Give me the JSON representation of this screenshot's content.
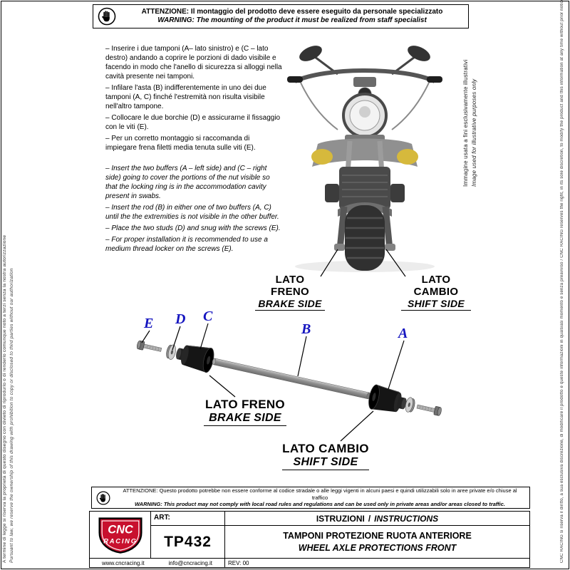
{
  "top_warning": {
    "it": "ATTENZIONE: Il montaggio del prodotto deve essere eseguito da personale specializzato",
    "en": "WARNING: The mounting of the product it must be realized from staff specialist"
  },
  "margins": {
    "left_it": "A termine di legge si riserva la proprietà di questo disegno con divieto di riprodurlo o di renderlo comunque noto a terzi senza la nostra autorizzazione",
    "left_en": "Pursuant to law, we reserve the ownership of this drawing with prohibition to copy or disclosed to third parties without our authorization",
    "right_image_it": "Immagine usata a fini esclusivamente illustrativi",
    "right_image_en": "Image used for illustrative purposes only",
    "right_legal": "CNC RACING si riserva il diritto, a sua esclusiva discrezione, di modificare il prodotto e queste informazioni in qualsiasi momento e senza preavviso / CNC RACING reserves the right, in its sole discretion, to modify the product and this information at any time without prior notice"
  },
  "instructions": {
    "it": [
      "– Inserire i due tamponi (A– lato sinistro) e (C – lato destro) andando a coprire le porzioni di dado visibile e facendo in modo che l'anello di sicurezza si alloggi nella cavità presente nei tamponi.",
      "– Infilare l'asta (B) indifferentemente in uno dei due tamponi (A, C) finché l'estremità non risulta visibile nell'altro tampone.",
      "– Collocare le due borchie (D) e assicurarne il fissaggio con le viti (E).",
      "– Per un corretto montaggio si raccomanda di impiegare frena filetti media tenuta sulle viti (E)."
    ],
    "en": [
      "– Insert the two buffers (A – left side) and (C – right side) going to cover the portions of the nut visible so that the locking ring is in the accommodation cavity present in swabs.",
      "– Insert the rod (B) in either one of two buffers (A, C) until the the extremities is not visible in the other buffer.",
      "– Place the two studs (D) and snug with the screws (E).",
      "– For proper installation it is recommended to use a medium thread locker on the screws (E)."
    ]
  },
  "bike_labels": {
    "brake_it": "LATO FRENO",
    "brake_en": "BRAKE SIDE",
    "shift_it": "LATO CAMBIO",
    "shift_en": "SHIFT SIDE"
  },
  "diagram": {
    "part_labels": [
      "E",
      "D",
      "C",
      "B",
      "A"
    ],
    "accent_color": "#1515c0",
    "brake_it": "LATO FRENO",
    "brake_en": "BRAKE SIDE",
    "shift_it": "LATO CAMBIO",
    "shift_en": "SHIFT SIDE"
  },
  "bottom_warning": {
    "it": "ATTENZIONE: Questo prodotto potrebbe non essere conforme al codice stradale o alle leggi vigenti in alcuni paesi e quindi utilizzabili solo in aree private e/o chiuse al traffico",
    "en": "WARNING: This product may not comply with local road rules and regulations and can be used only in private areas and/or areas closed to traffic."
  },
  "footer": {
    "art_label": "ART:",
    "art_value": "TP432",
    "header_it": "ISTRUZIONI",
    "header_sep": "/",
    "header_en": "INSTRUCTIONS",
    "title_it": "TAMPONI PROTEZIONE RUOTA ANTERIORE",
    "title_en": "WHEEL AXLE PROTECTIONS FRONT",
    "rev": "REV: 00",
    "website": "www.cncracing.it",
    "email": "info@cncracing.it",
    "logo_line1": "CNC",
    "logo_line2": "RACING"
  }
}
